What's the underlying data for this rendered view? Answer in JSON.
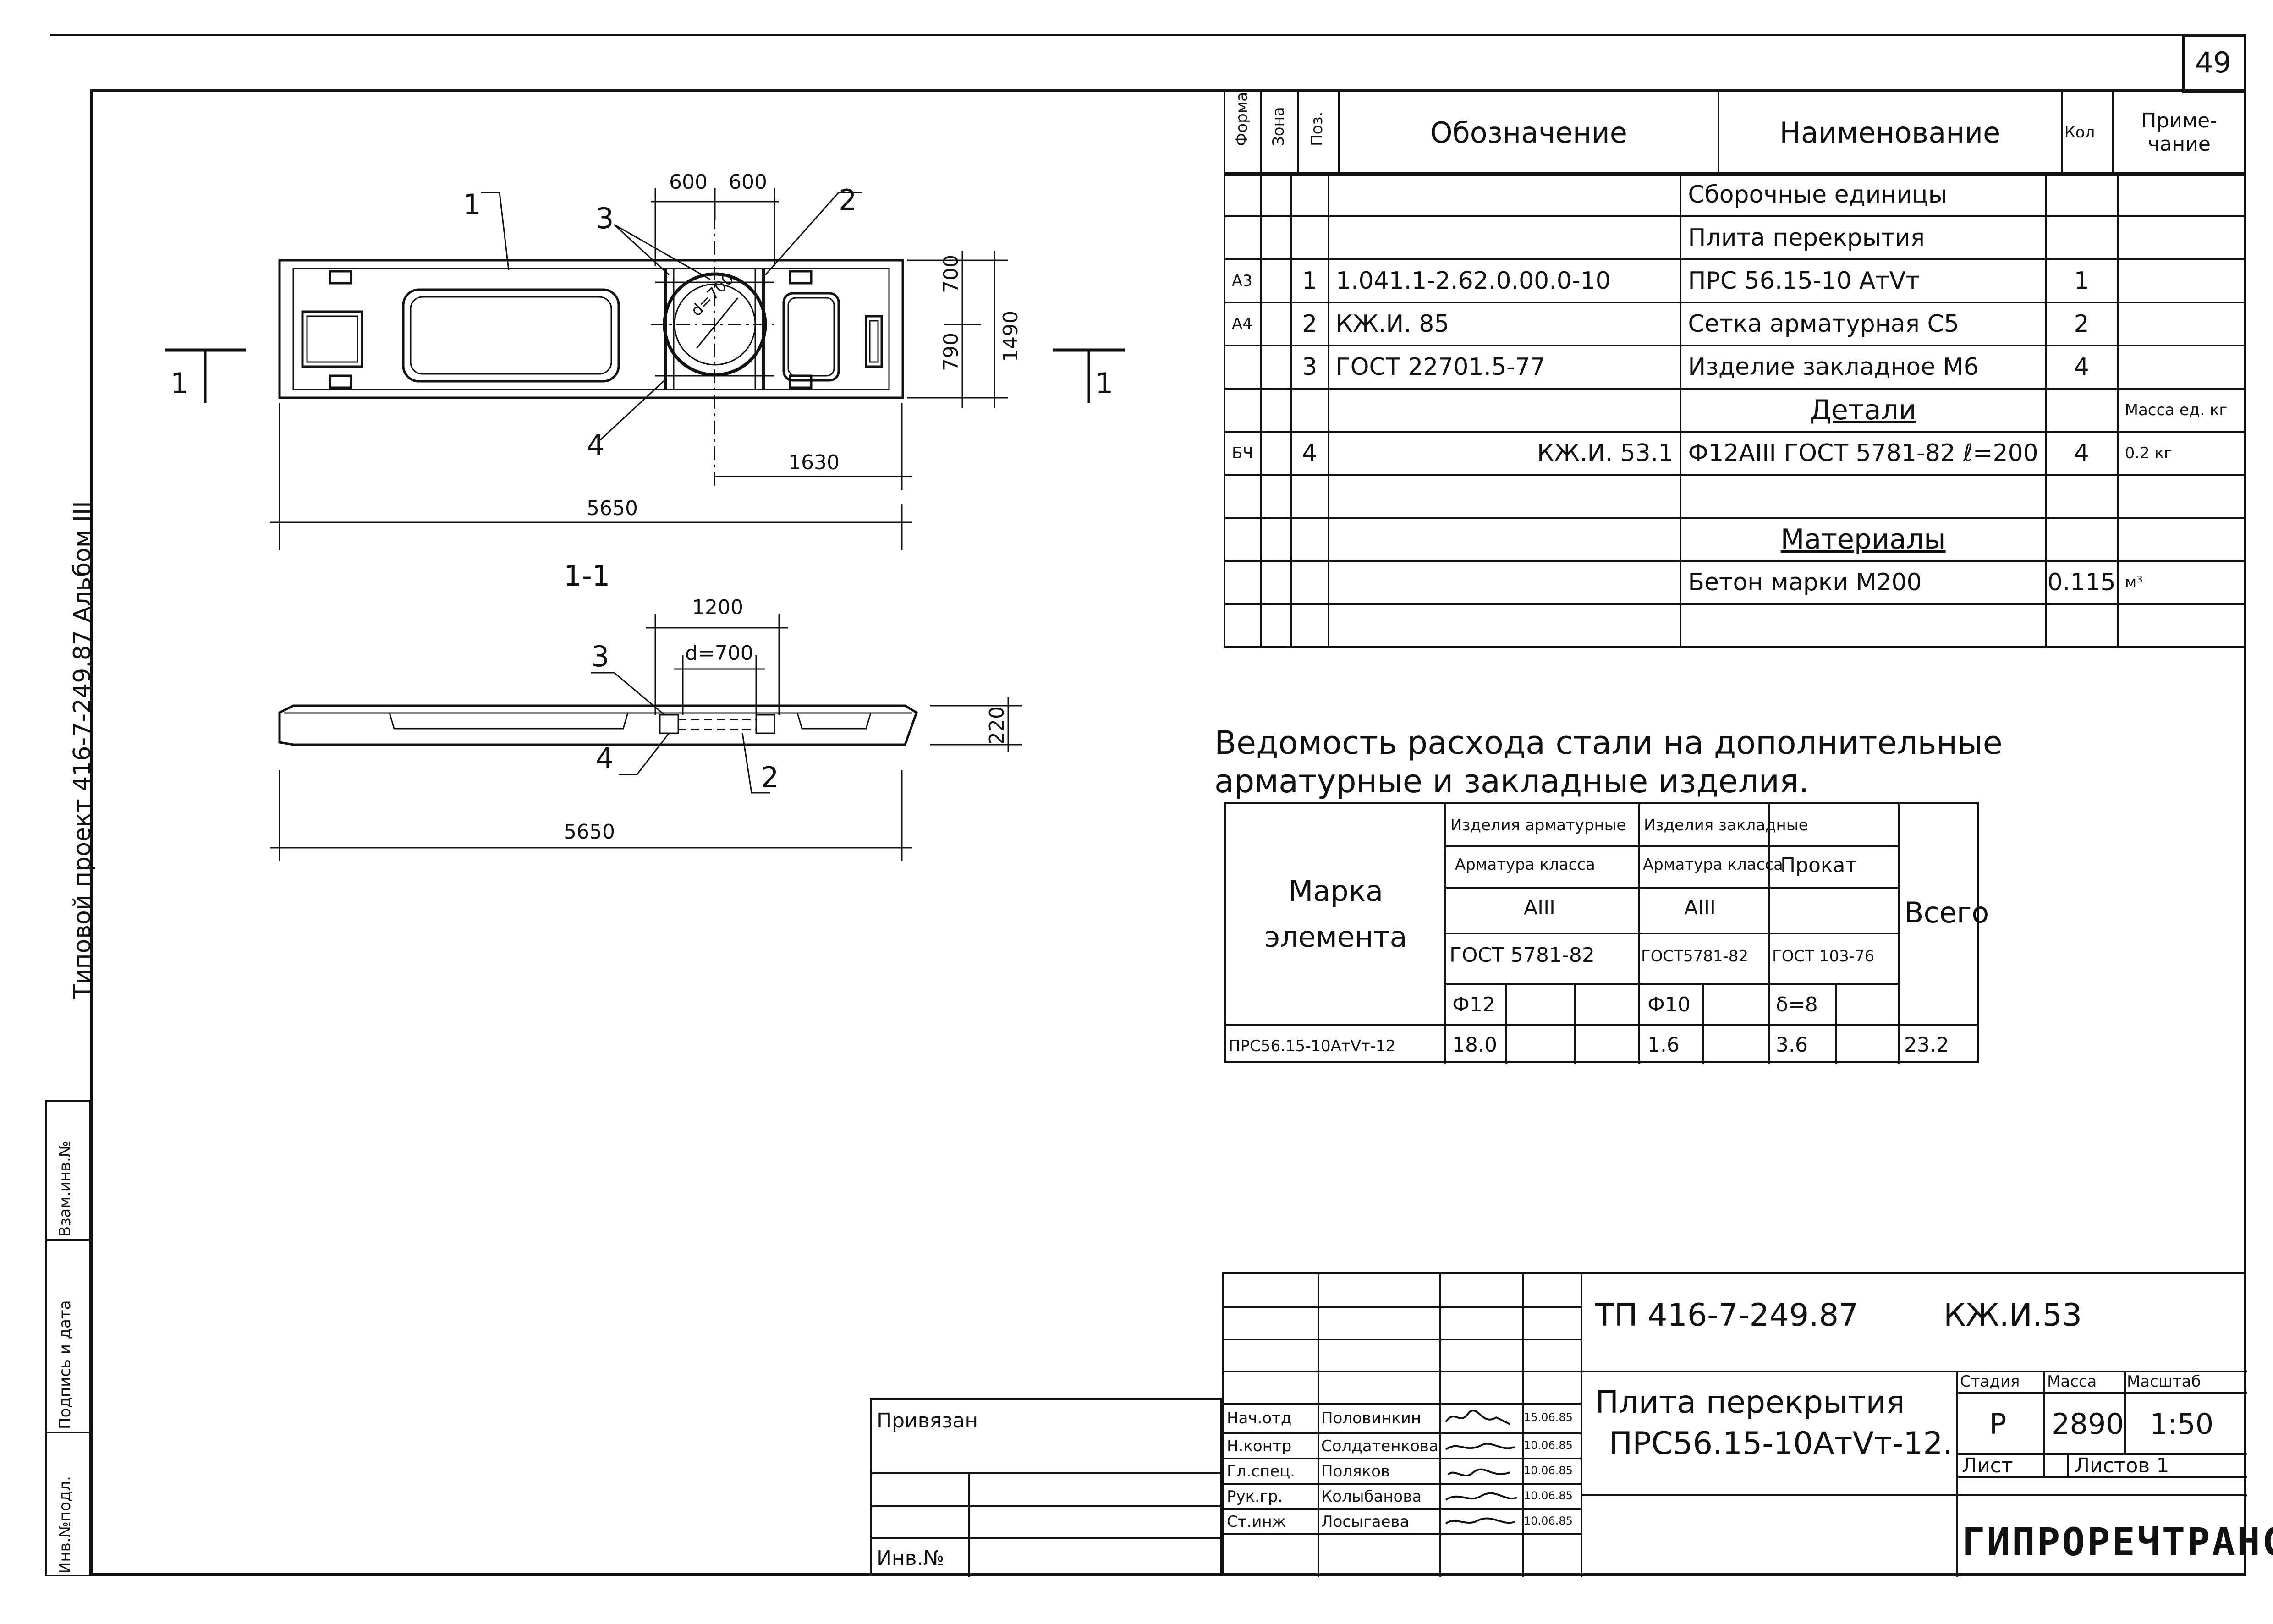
{
  "sheet_number": "49",
  "side_label": "Типовой проект 416-7-249.87 Альбом III",
  "left_stamp": [
    "Инв.№подл.",
    "Подпись и дата",
    "Взам.инв.№"
  ],
  "drawing": {
    "plan_callouts": [
      "1",
      "2",
      "3",
      "4"
    ],
    "plan_dims": {
      "d600a": "600",
      "d600b": "600",
      "d700": "700",
      "d790": "790",
      "d1490": "1490",
      "d1630": "1630",
      "d5650": "5650",
      "dia": "d=700"
    },
    "section_mark": "1",
    "section_title": "1-1",
    "section_callouts": [
      "3",
      "4",
      "2"
    ],
    "section_dims": {
      "d1200": "1200",
      "d700": "d=700",
      "d220": "220",
      "d5650": "5650"
    }
  },
  "spec": {
    "headers": {
      "format": "Формат",
      "zone": "Зона",
      "pos": "Поз.",
      "designation": "Обозначение",
      "name": "Наименование",
      "qty": "Кол",
      "note": "Приме-чание"
    },
    "rows": [
      {
        "format": "",
        "zone": "",
        "pos": "",
        "designation": "",
        "name": "Сборочные единицы",
        "qty": "",
        "note": ""
      },
      {
        "format": "",
        "zone": "",
        "pos": "",
        "designation": "",
        "name": "Плита перекрытия",
        "qty": "",
        "note": ""
      },
      {
        "format": "А3",
        "zone": "",
        "pos": "1",
        "designation": "1.041.1-2.62.0.00.0-10",
        "name": "ПРС 56.15-10 АтVт",
        "qty": "1",
        "note": ""
      },
      {
        "format": "А4",
        "zone": "",
        "pos": "2",
        "designation": "КЖ.И. 85",
        "name": "Сетка арматурная С5",
        "qty": "2",
        "note": ""
      },
      {
        "format": "",
        "zone": "",
        "pos": "3",
        "designation": "ГОСТ 22701.5-77",
        "name": "Изделие закладное М6",
        "qty": "4",
        "note": ""
      },
      {
        "format": "",
        "zone": "",
        "pos": "",
        "designation": "",
        "name": "Детали",
        "qty": "",
        "note": "Масса ед. кг"
      },
      {
        "format": "БЧ",
        "zone": "",
        "pos": "4",
        "designation": "КЖ.И. 53.1",
        "name": "Ф12АIII ГОСТ 5781-82 ℓ=200",
        "qty": "4",
        "note": "0.2 кг"
      },
      {
        "format": "",
        "zone": "",
        "pos": "",
        "designation": "",
        "name": "",
        "qty": "",
        "note": ""
      },
      {
        "format": "",
        "zone": "",
        "pos": "",
        "designation": "",
        "name": "Материалы",
        "qty": "",
        "note": ""
      },
      {
        "format": "",
        "zone": "",
        "pos": "",
        "designation": "",
        "name": "Бетон марки М200",
        "qty": "0.115",
        "note": "м³"
      },
      {
        "format": "",
        "zone": "",
        "pos": "",
        "designation": "",
        "name": "",
        "qty": "",
        "note": ""
      }
    ]
  },
  "steel": {
    "title_line1": "Ведомость расхода стали на дополнительные",
    "title_line2": "арматурные и закладные изделия.",
    "mark_header": "Марка элемента",
    "group1": "Изделия арматурные",
    "group2": "Изделия закладные",
    "sub1": "Арматура класса",
    "sub2": "Арматура класса",
    "sub3": "Прокат",
    "class1": "АIII",
    "class2": "АIII",
    "gost1": "ГОСТ 5781-82",
    "gost2": "ГОСТ5781-82",
    "gost3": "ГОСТ 103-76",
    "total_header": "Всего",
    "size1": "Ф12",
    "size2": "Ф10",
    "size3": "δ=8",
    "row": {
      "mark": "ПРС56.15-10АтVт-12",
      "v1": "18.0",
      "v2": "1.6",
      "v3": "3.6",
      "total": "23.2"
    }
  },
  "title_block": {
    "binding": "Привязан",
    "inv": "Инв.№",
    "code": "ТП 416-7-249.87",
    "sheet_code": "КЖ.И.53",
    "name_line1": "Плита перекрытия",
    "name_line2": "ПРС56.15-10АтVт-12.",
    "stage_label": "Стадия",
    "mass_label": "Масса",
    "scale_label": "Масштаб",
    "stage": "Р",
    "mass": "2890",
    "scale": "1:50",
    "sheet_label": "Лист",
    "sheets_label": "Листов 1",
    "org": "ГИПРОРЕЧТРАНС",
    "signers": [
      {
        "role": "Нач.отд",
        "name": "Половинкин",
        "date": "15.06.85"
      },
      {
        "role": "Н.контр",
        "name": "Солдатенкова",
        "date": "10.06.85"
      },
      {
        "role": "Гл.спец.",
        "name": "Поляков",
        "date": "10.06.85"
      },
      {
        "role": "Рук.гр.",
        "name": "Колыбанова",
        "date": "10.06.85"
      },
      {
        "role": "Ст.инж",
        "name": "Лосыгаева",
        "date": "10.06.85"
      }
    ]
  }
}
